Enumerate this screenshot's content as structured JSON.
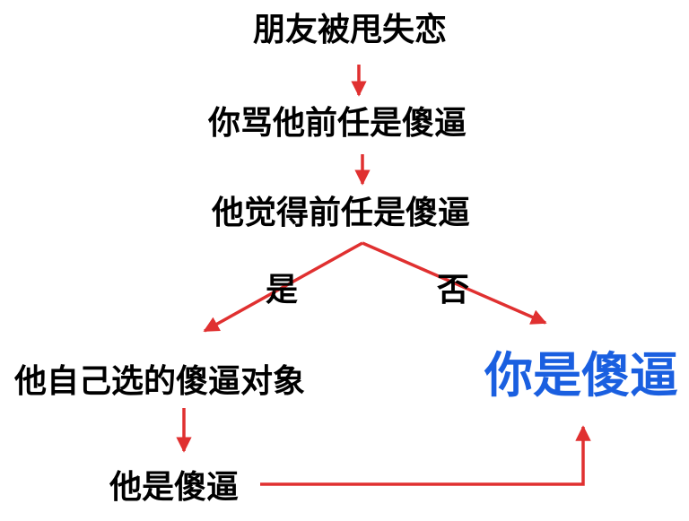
{
  "nodes": {
    "top": "朋友被甩失恋",
    "scold": "你骂他前任是傻逼",
    "think": "他觉得前任是傻逼",
    "branch_yes": "是",
    "branch_no": "否",
    "chose": "他自己选的傻逼对象",
    "result_you": "你是傻逼",
    "result_he": "他是傻逼"
  },
  "colors": {
    "arrow": "#e03030",
    "text": "#000000",
    "highlight": "#1a5fe0"
  }
}
